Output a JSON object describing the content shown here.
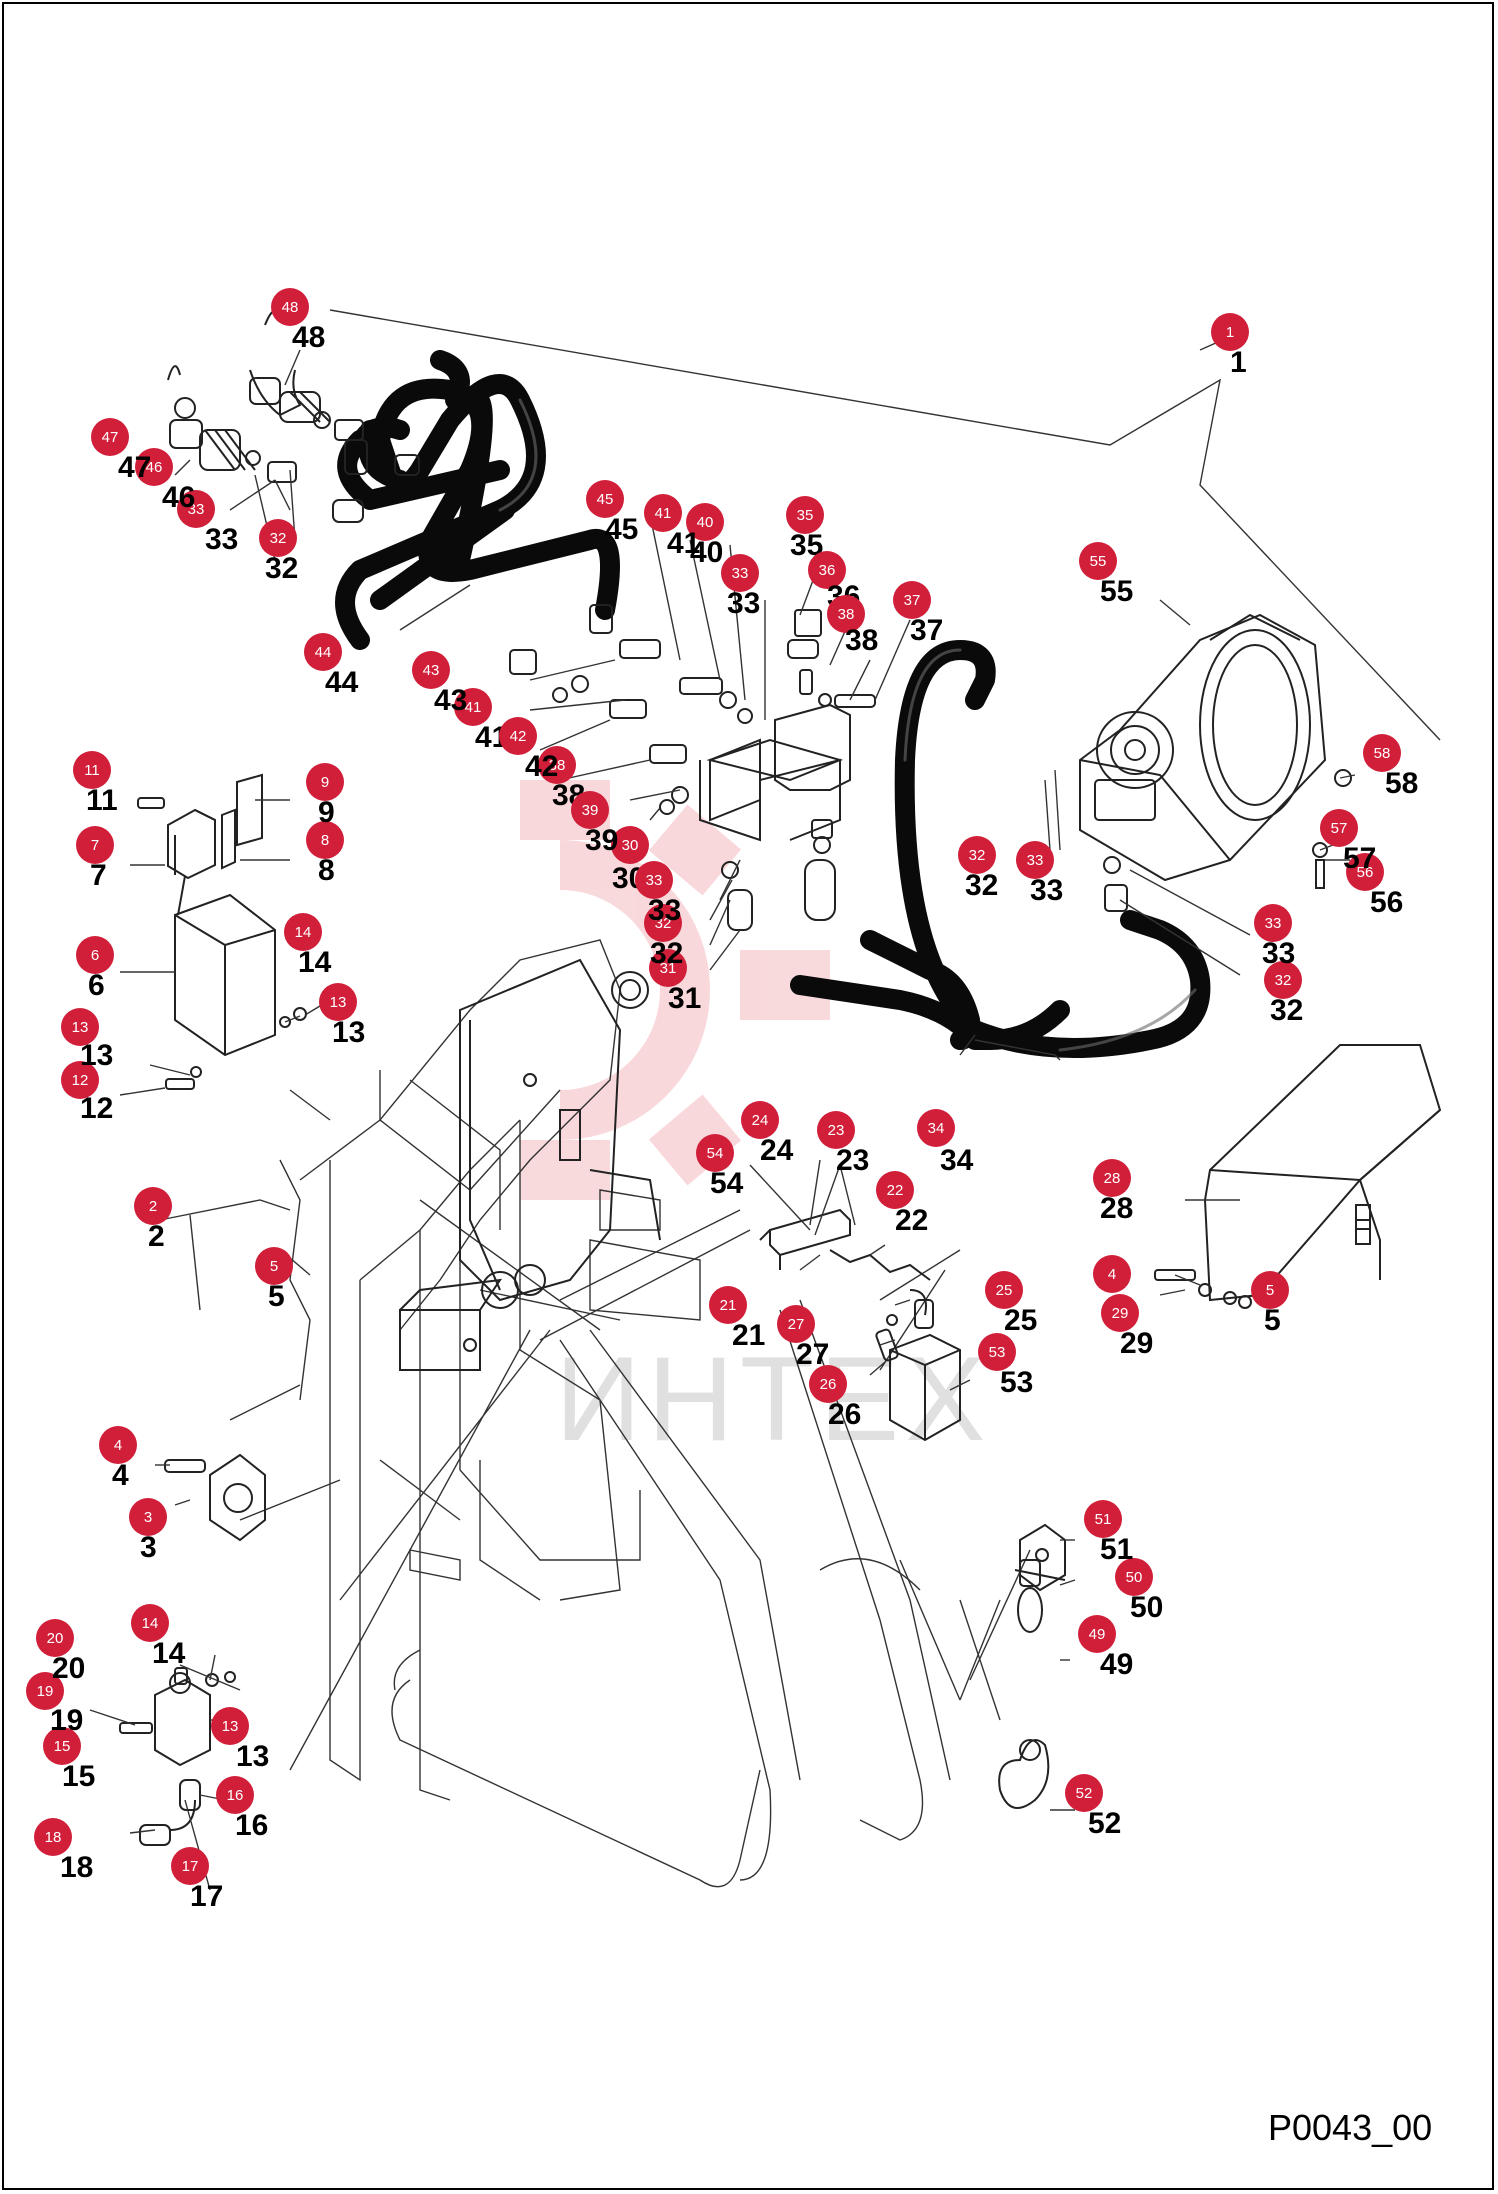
{
  "drawing": {
    "reference": "P0043_00",
    "watermark": "ИНТЕХ"
  },
  "colors": {
    "balloon": "#d11f3a",
    "line": "#222222",
    "hose": "#0a0a0a",
    "watermark": "#f2a0a8"
  },
  "callouts": [
    {
      "num": "1"
    },
    {
      "num": "2"
    },
    {
      "num": "3"
    },
    {
      "num": "4"
    },
    {
      "num": "4"
    },
    {
      "num": "5"
    },
    {
      "num": "5"
    },
    {
      "num": "6"
    },
    {
      "num": "7"
    },
    {
      "num": "8"
    },
    {
      "num": "9"
    },
    {
      "num": "11"
    },
    {
      "num": "12"
    },
    {
      "num": "13"
    },
    {
      "num": "13"
    },
    {
      "num": "13"
    },
    {
      "num": "14"
    },
    {
      "num": "14"
    },
    {
      "num": "15"
    },
    {
      "num": "16"
    },
    {
      "num": "17"
    },
    {
      "num": "18"
    },
    {
      "num": "19"
    },
    {
      "num": "20"
    },
    {
      "num": "21"
    },
    {
      "num": "22"
    },
    {
      "num": "23"
    },
    {
      "num": "24"
    },
    {
      "num": "25"
    },
    {
      "num": "26"
    },
    {
      "num": "27"
    },
    {
      "num": "28"
    },
    {
      "num": "29"
    },
    {
      "num": "30"
    },
    {
      "num": "31"
    },
    {
      "num": "32"
    },
    {
      "num": "32"
    },
    {
      "num": "32"
    },
    {
      "num": "32"
    },
    {
      "num": "33"
    },
    {
      "num": "33"
    },
    {
      "num": "33"
    },
    {
      "num": "33"
    },
    {
      "num": "33"
    },
    {
      "num": "34"
    },
    {
      "num": "35"
    },
    {
      "num": "36"
    },
    {
      "num": "37"
    },
    {
      "num": "38"
    },
    {
      "num": "38"
    },
    {
      "num": "39"
    },
    {
      "num": "40"
    },
    {
      "num": "41"
    },
    {
      "num": "41"
    },
    {
      "num": "42"
    },
    {
      "num": "43"
    },
    {
      "num": "44"
    },
    {
      "num": "45"
    },
    {
      "num": "46"
    },
    {
      "num": "47"
    },
    {
      "num": "48"
    },
    {
      "num": "49"
    },
    {
      "num": "50"
    },
    {
      "num": "51"
    },
    {
      "num": "52"
    },
    {
      "num": "53"
    },
    {
      "num": "54"
    },
    {
      "num": "55"
    },
    {
      "num": "56"
    },
    {
      "num": "57"
    },
    {
      "num": "58"
    }
  ]
}
